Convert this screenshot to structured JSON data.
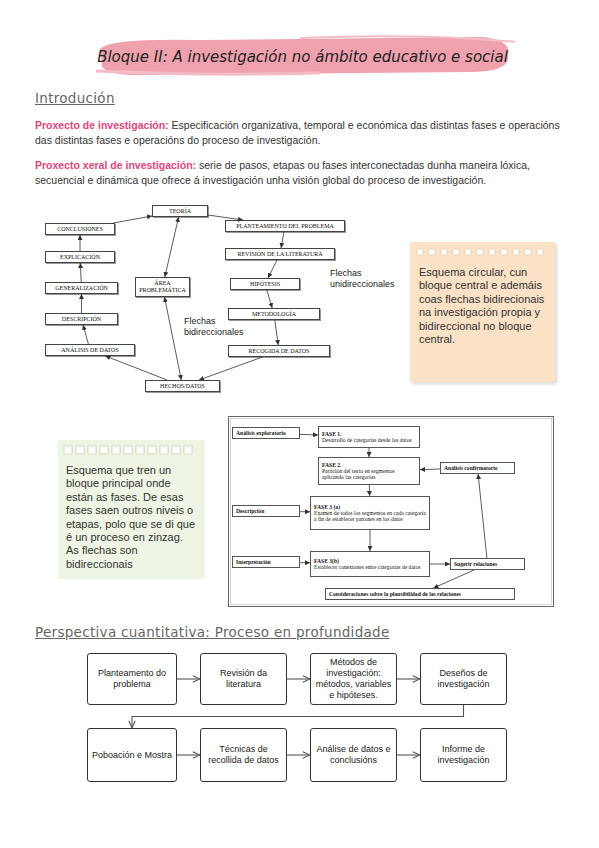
{
  "diagram": {
    "title": "Bloque II: A investigación no ámbito educativo e social",
    "nodes": [
      {
        "text": [
          "TEORÍA"
        ]
      },
      {
        "text": [
          "CONCLUSIONES"
        ]
      },
      {
        "text": [
          "PLANTEAMIENTO DEL PROBLEMA"
        ]
      },
      {
        "text": [
          "EXPLICACIÓN"
        ]
      },
      {
        "text": [
          "REVISIÓN DE LA LITERATURA"
        ]
      },
      {
        "text": [
          "ÁREA PROBLEMÁTICA"
        ]
      },
      {
        "text": [
          "GENERALIZACIÓN"
        ]
      },
      {
        "text": [
          "HIPÓTESIS"
        ]
      },
      {
        "text": [
          "METODOLOGÍA"
        ]
      },
      {
        "text": [
          "DESCRIPCIÓN"
        ]
      },
      {
        "text": [
          "ANÁLISIS DE DATOS"
        ]
      },
      {
        "text": [
          "RECOGIDA DE DATOS"
        ]
      },
      {
        "text": [
          "HECHOS/DATOS"
        ]
      },
      {
        "text": [
          "Esquema circular, cun bloque central e ademáis coas flechas bidirecionais na investigación propia y bidireccional no bloque central."
        ]
      },
      {
        "text": [
          "Esquema que tren un bloque principal onde están as fases. De esas fases saen outros niveis o etapas, polo que se di que é un proceso en zinzag. As flechas son bidireccionais"
        ]
      },
      {
        "text": [
          "Análisis exploratorio"
        ]
      },
      {
        "text": [
          "FASE 1.",
          "Desarrollo de categorías desde los datos"
        ]
      },
      {
        "text": [
          "FASE 2.",
          "Partición del texto en segmentos aplicando las categorías"
        ]
      },
      {
        "text": [
          "Análisis confirmatorio"
        ]
      },
      {
        "text": [
          "Descripción"
        ]
      },
      {
        "text": [
          "FASE 3 (a)",
          "Examen de todos los segmentos en cada categoría a fin de establecer patrones en los datos"
        ]
      },
      {
        "text": [
          "Interpretación"
        ]
      },
      {
        "text": [
          "FASE 3(b)",
          "Establecer conexiones entre categorías de datos"
        ]
      },
      {
        "text": [
          "Sugerir relaciones"
        ]
      },
      {
        "text": [
          "Consideraciones sobre la plausibilidad de las relaciones"
        ]
      },
      {
        "text": [
          "Planteamento do problema"
        ]
      },
      {
        "text": [
          "Revisión da literatura"
        ]
      },
      {
        "text": [
          "Métodos de investigación: métodos, variables e hipóteses."
        ]
      },
      {
        "text": [
          "Deseños de investigación"
        ]
      },
      {
        "text": [
          "Poboación e Mostra"
        ]
      },
      {
        "text": [
          "Técnicas de recollida de datos"
        ]
      },
      {
        "text": [
          "Análise de datos e conclusións"
        ]
      },
      {
        "text": [
          "Informe de investigación"
        ]
      }
    ],
    "edges": [
      {
        "from": 2,
        "to": 4,
        "arrow": "to"
      },
      {
        "from": 4,
        "to": 7,
        "arrow": "to"
      },
      {
        "from": 7,
        "to": 8,
        "arrow": "to"
      },
      {
        "from": 8,
        "to": 11,
        "arrow": "to"
      },
      {
        "from": 11,
        "to": 12,
        "arrow": "to"
      },
      {
        "from": 12,
        "to": 10,
        "arrow": "to"
      },
      {
        "from": 10,
        "to": 9,
        "arrow": "to"
      },
      {
        "from": 9,
        "to": 6,
        "arrow": "to"
      },
      {
        "from": 6,
        "to": 3,
        "arrow": "to"
      },
      {
        "from": 3,
        "to": 1,
        "arrow": "to"
      },
      {
        "from": 1,
        "to": 0,
        "arrow": "to"
      },
      {
        "from": 0,
        "to": 2,
        "arrow": "to"
      },
      {
        "from": 5,
        "to": 0,
        "arrow": "both"
      },
      {
        "from": 5,
        "to": 12,
        "arrow": "both"
      },
      {
        "from": 15,
        "to": 16,
        "arrow": "to"
      },
      {
        "from": 16,
        "to": 17,
        "arrow": "to"
      },
      {
        "from": 18,
        "to": 17,
        "arrow": "to"
      },
      {
        "from": 17,
        "to": 20,
        "arrow": "to"
      },
      {
        "from": 19,
        "to": 20,
        "arrow": "to"
      },
      {
        "from": 20,
        "to": 22,
        "arrow": "to"
      },
      {
        "from": 21,
        "to": 22,
        "arrow": "to"
      },
      {
        "from": 22,
        "to": 23,
        "arrow": "to"
      },
      {
        "from": 23,
        "to": 18,
        "arrow": "to"
      },
      {
        "from": 23,
        "to": 24,
        "arrow": "to"
      },
      {
        "from": 25,
        "to": 26,
        "arrow": "to"
      },
      {
        "from": 26,
        "to": 27,
        "arrow": "to"
      },
      {
        "from": 27,
        "to": 28,
        "arrow": "to"
      },
      {
        "from": 28,
        "to": 29,
        "arrow": "to"
      },
      {
        "from": 29,
        "to": 30,
        "arrow": "to"
      },
      {
        "from": 30,
        "to": 31,
        "arrow": "to"
      },
      {
        "from": 31,
        "to": 32,
        "arrow": "to"
      }
    ],
    "labels": [
      "Introdución",
      "Proxecto de investigación:",
      "Especificación organizativa, temporal e económica das distintas fases e operacións das distintas fases e operacións do proceso de investigación.",
      "Proxecto xeral de investigación:",
      "serie de pasos, etapas ou fases interconectadas dunha maneira lóxica, secuencial e dinámica que ofrece á investigación unha visión global do proceso de investigación.",
      "Flechas unidireccionales",
      "Flechas bidireccionales",
      "Perspectiva cuantitativa: Proceso en profundidade"
    ]
  }
}
